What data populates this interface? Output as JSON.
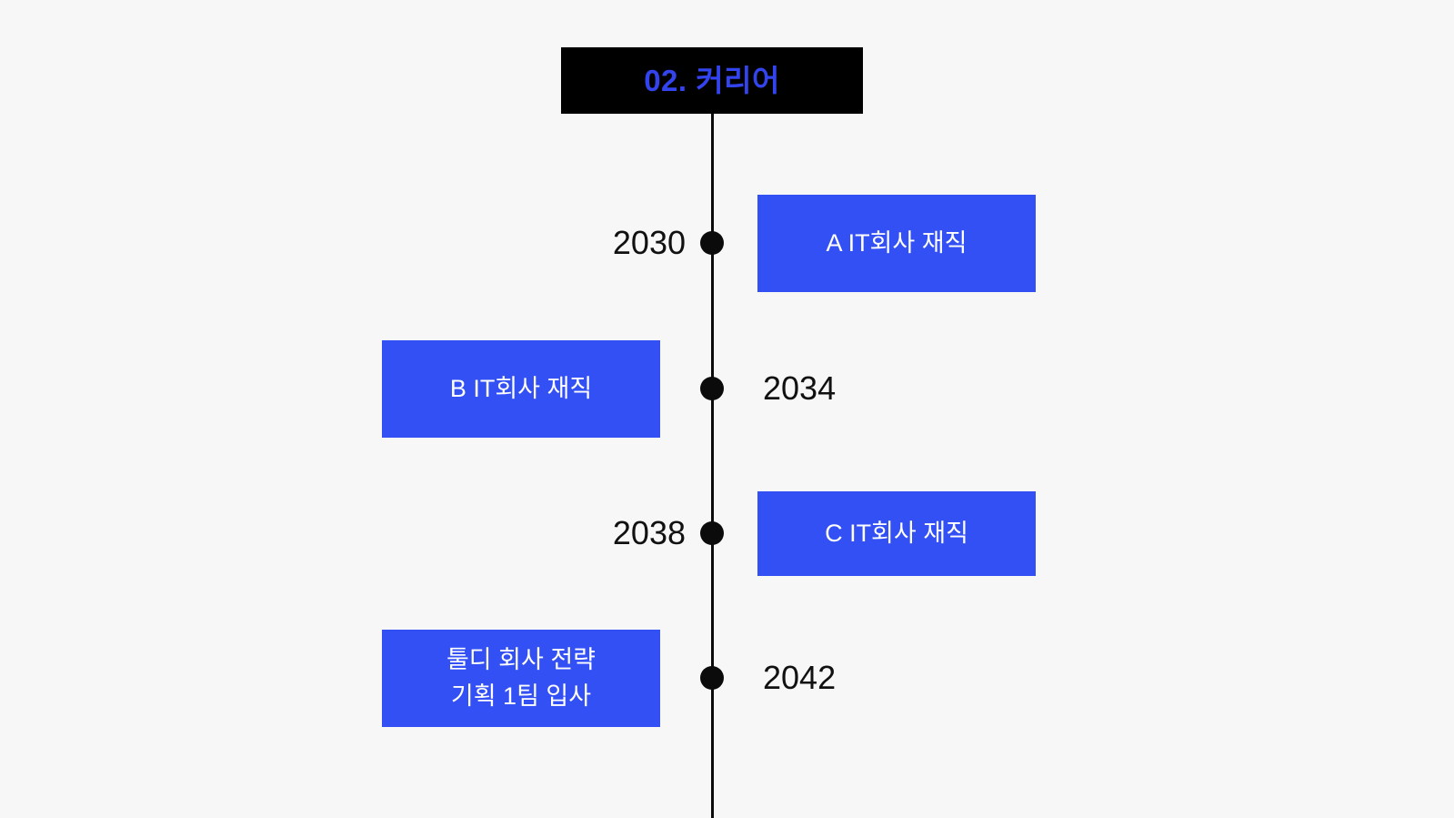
{
  "page": {
    "background_color": "#f7f7f7",
    "title": "02. 커리어"
  },
  "banner": {
    "label": "02. 커리어",
    "background_color": "#000000",
    "text_color": "#3344ee"
  },
  "theme": {
    "accent_blue": "#3350f5",
    "line_color": "#0b0b0b",
    "year_text_color": "#111111",
    "box_text_color": "#ffffff"
  },
  "chart_data": {
    "type": "timeline",
    "title": "02. 커리어",
    "orientation": "vertical",
    "milestones": [
      {
        "year": "2030",
        "label": "A IT회사 재직",
        "side": "right",
        "year_side": "left"
      },
      {
        "year": "2034",
        "label": "B IT회사 재직",
        "side": "left",
        "year_side": "right"
      },
      {
        "year": "2038",
        "label": "C IT회사 재직",
        "side": "right",
        "year_side": "left"
      },
      {
        "year": "2042",
        "label": "툴디 회사 전략\n기획 1팀 입사",
        "side": "left",
        "year_side": "right"
      }
    ]
  },
  "milestones": [
    {
      "year": "2030",
      "label": "A IT회사 재직"
    },
    {
      "year": "2034",
      "label": "B IT회사 재직"
    },
    {
      "year": "2038",
      "label": "C IT회사 재직"
    },
    {
      "year": "2042",
      "label": "툴디 회사 전략\n기획 1팀 입사"
    }
  ]
}
